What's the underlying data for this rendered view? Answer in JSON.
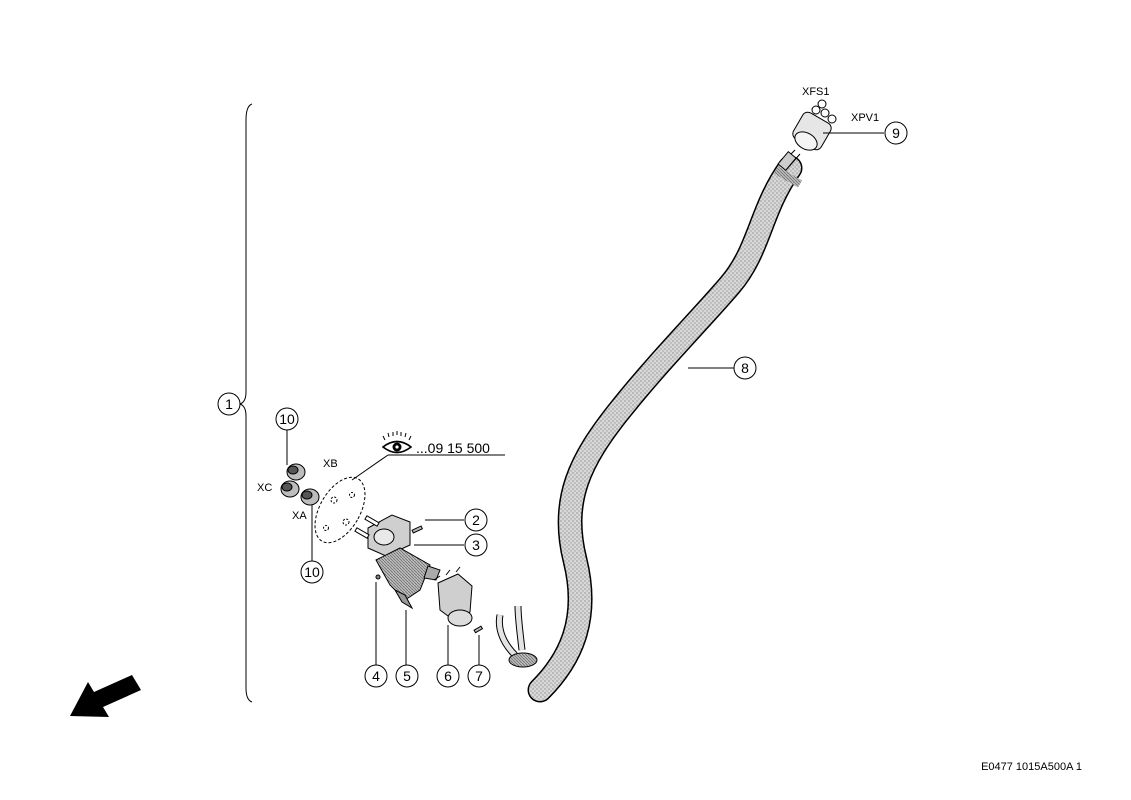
{
  "connector_labels": {
    "xfs1": "XFS1",
    "xpv1": "XPV1",
    "xb": "XB",
    "xc": "XC",
    "xa": "XA"
  },
  "callouts": {
    "c1": "1",
    "c2": "2",
    "c3": "3",
    "c4": "4",
    "c5": "5",
    "c6": "6",
    "c7": "7",
    "c8": "8",
    "c9": "9",
    "c10a": "10",
    "c10b": "10"
  },
  "reference": {
    "text": "...09 15 500"
  },
  "drawing_id": "E0477 1015A500A 1",
  "icons": [
    "eye-icon",
    "direction-arrow-icon"
  ]
}
